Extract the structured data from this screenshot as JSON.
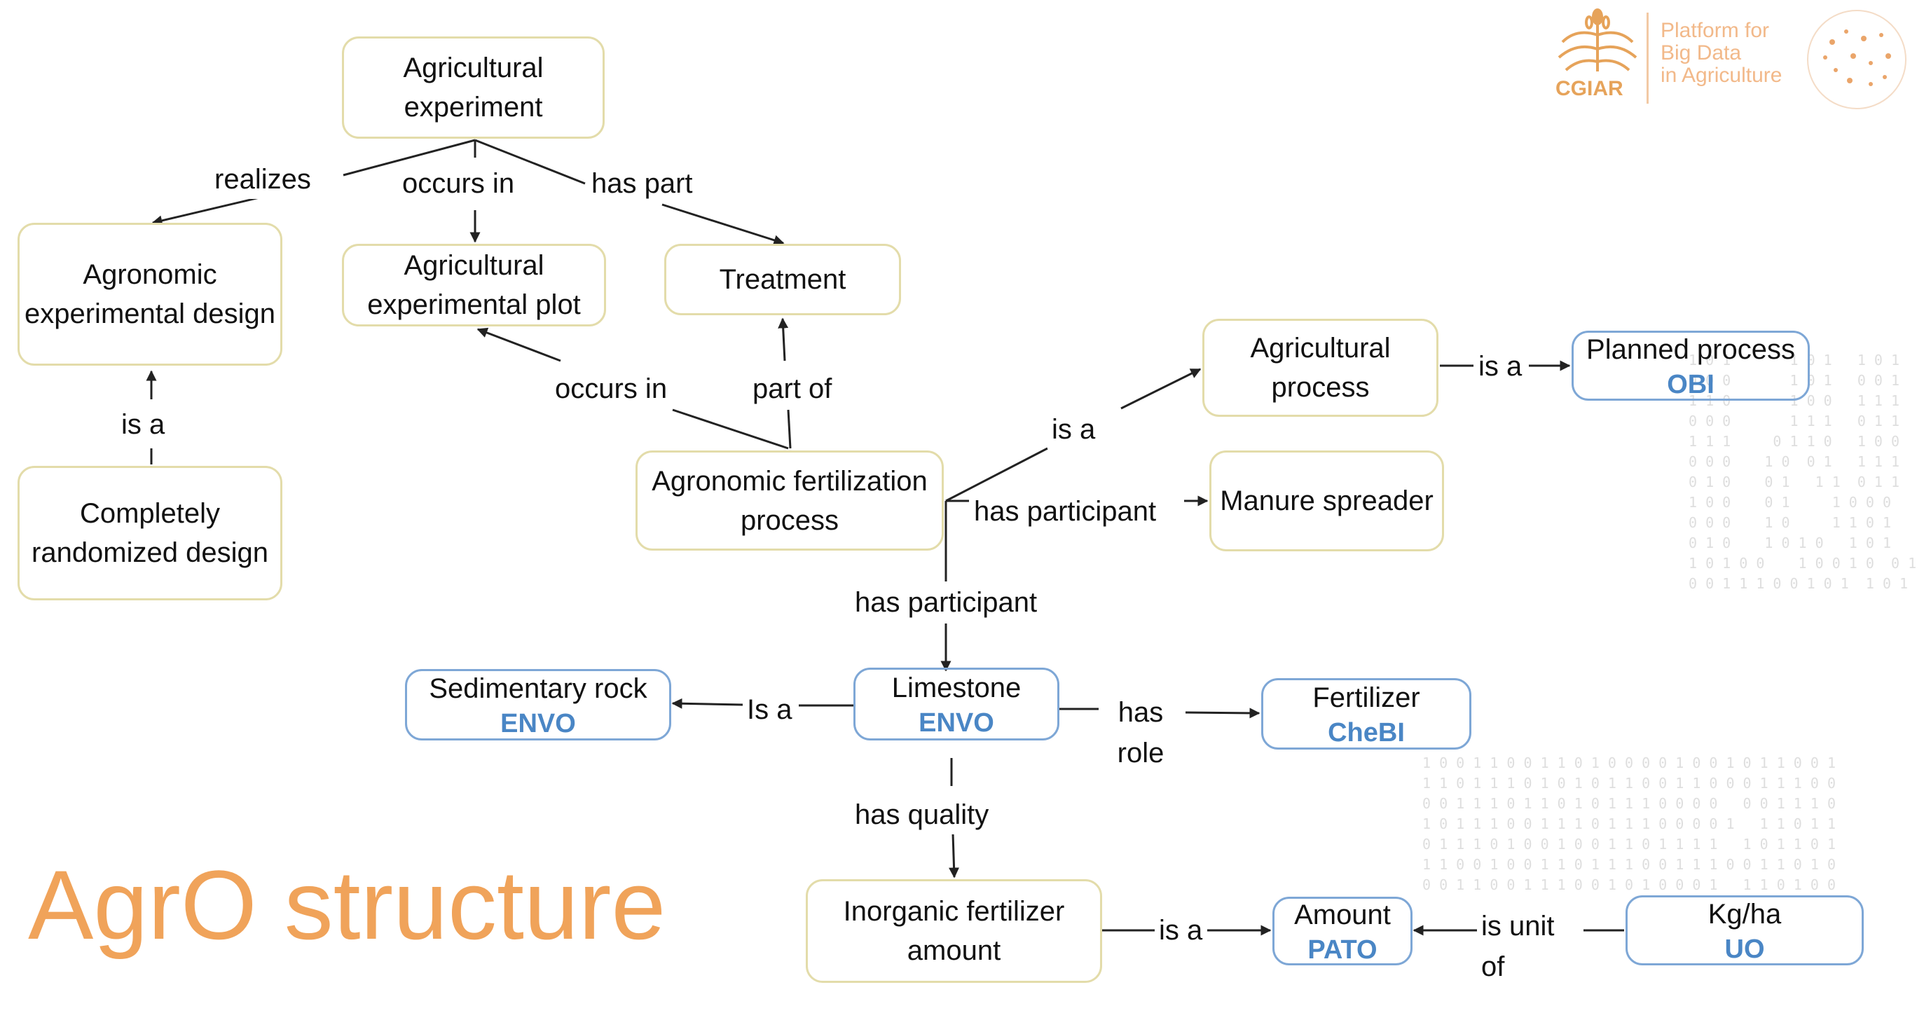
{
  "title": "AgrO structure",
  "logo": {
    "org": "CGIAR",
    "line1": "Platform for",
    "line2": "Big Data",
    "line3": "in Agriculture"
  },
  "colors": {
    "node_border": "#e3dcaa",
    "ontology_border": "#7ea7d6",
    "ontology_text": "#4a86c5",
    "title": "#f0a35a",
    "edge": "#222222"
  },
  "nodes": {
    "agricultural_experiment": "Agricultural experiment",
    "agronomic_experimental_design": "Agronomic experimental design",
    "agricultural_experimental_plot": "Agricultural experimental plot",
    "treatment": "Treatment",
    "completely_randomized_design": "Completely randomized design",
    "agronomic_fertilization_process": "Agronomic fertilization process",
    "agricultural_process": "Agricultural process",
    "planned_process": {
      "label": "Planned process",
      "source": "OBI"
    },
    "manure_spreader": "Manure spreader",
    "sedimentary_rock": {
      "label": "Sedimentary rock",
      "source": "ENVO"
    },
    "limestone": {
      "label": "Limestone",
      "source": "ENVO"
    },
    "fertilizer": {
      "label": "Fertilizer",
      "source": "CheBI"
    },
    "inorganic_fertilizer_amount": "Inorganic fertilizer amount",
    "amount": {
      "label": "Amount",
      "source": "PATO"
    },
    "kg_ha": {
      "label": "Kg/ha",
      "source": "UO"
    }
  },
  "edge_labels": {
    "realizes": "realizes",
    "occurs_in_1": "occurs in",
    "has_part": "has part",
    "is_a_design": "is a",
    "occurs_in_2": "occurs in",
    "part_of": "part of",
    "is_a_process": "is a",
    "is_a_planned": "is a",
    "has_participant_1": "has participant",
    "has_participant_2": "has participant",
    "is_a_rock": "Is a",
    "has_role": "has role",
    "has_quality": "has quality",
    "is_a_amount": "is a",
    "is_unit_of": "is unit of"
  },
  "edges": [
    {
      "from": "agricultural_experiment",
      "to": "agronomic_experimental_design",
      "label": "realizes"
    },
    {
      "from": "agricultural_experiment",
      "to": "agricultural_experimental_plot",
      "label": "occurs in"
    },
    {
      "from": "agricultural_experiment",
      "to": "treatment",
      "label": "has part"
    },
    {
      "from": "completely_randomized_design",
      "to": "agronomic_experimental_design",
      "label": "is a"
    },
    {
      "from": "agronomic_fertilization_process",
      "to": "agricultural_experimental_plot",
      "label": "occurs in"
    },
    {
      "from": "agronomic_fertilization_process",
      "to": "treatment",
      "label": "part of"
    },
    {
      "from": "agronomic_fertilization_process",
      "to": "agricultural_process",
      "label": "is a"
    },
    {
      "from": "agricultural_process",
      "to": "planned_process",
      "label": "is a"
    },
    {
      "from": "agronomic_fertilization_process",
      "to": "manure_spreader",
      "label": "has participant"
    },
    {
      "from": "agronomic_fertilization_process",
      "to": "limestone",
      "label": "has participant"
    },
    {
      "from": "limestone",
      "to": "sedimentary_rock",
      "label": "Is a"
    },
    {
      "from": "limestone",
      "to": "fertilizer",
      "label": "has role"
    },
    {
      "from": "limestone",
      "to": "inorganic_fertilizer_amount",
      "label": "has quality"
    },
    {
      "from": "inorganic_fertilizer_amount",
      "to": "amount",
      "label": "is a"
    },
    {
      "from": "kg_ha",
      "to": "amount",
      "label": "is unit of"
    }
  ]
}
